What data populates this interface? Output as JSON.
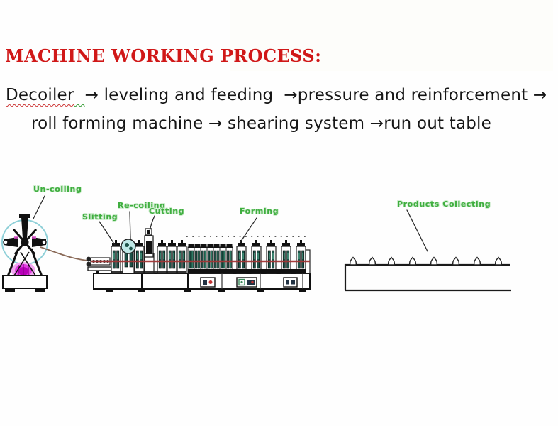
{
  "title": {
    "text": "MACHINE WORKING PROCESS:",
    "color": "#d01818"
  },
  "process": {
    "line1": {
      "decoiler": "Decoiler",
      "gap": "  ",
      "rest": "→ leveling and feeding  →pressure and reinforcement →"
    },
    "line2": "roll forming machine → shearing system →run out table"
  },
  "diagram": {
    "labels": [
      {
        "id": "un-coiling",
        "text": "Un-coiling"
      },
      {
        "id": "slitting",
        "text": "Slitting"
      },
      {
        "id": "re-coiling",
        "text": "Re-coiling"
      },
      {
        "id": "cutting",
        "text": "Cutting"
      },
      {
        "id": "forming",
        "text": "Forming"
      },
      {
        "id": "products-collecting",
        "text": "Products Collecting"
      }
    ],
    "label_color": "#3fae3f",
    "strip_line_color": "#a23535",
    "coil_color": "#e23ce2",
    "roller_color": "#1d5248",
    "decoiler_ring_color": "#8fd0d8"
  }
}
